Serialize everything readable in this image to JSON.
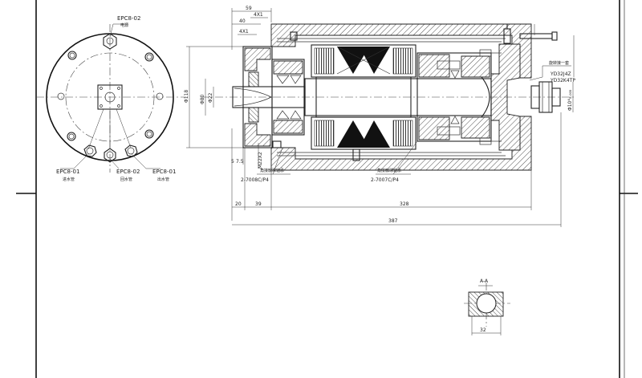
{
  "front_view": {
    "top_label": "EPC8-02",
    "top_label_sub": "电源",
    "bottom_left_label": "EPC8-01",
    "bottom_left_sub": "进水管",
    "bottom_mid_label": "EPC8-02",
    "bottom_mid_sub": "回水管",
    "bottom_right_label": "EPC8-01",
    "bottom_right_sub": "出水管"
  },
  "section_view": {
    "dim_59": "59",
    "dim_4x1_top": "4X1",
    "dim_40": "40",
    "dim_4x1_mid": "4X1",
    "dim_d118": "Φ118",
    "dim_d80": "Φ80",
    "dim_d22": "Φ22",
    "dim_5": "5",
    "dim_75": "7.5",
    "dim_m22x2": "M22X2",
    "bearing_front_label": "角接触球轴承",
    "bearing_front_code": "2-7008C/P4",
    "bearing_rear_label": "角接触球轴承",
    "bearing_rear_code": "2-7007C/P4",
    "right_label_1": "旋转接一套",
    "right_label_2": "YD32J4Z",
    "right_label_3": "YD32K4TP",
    "dim_right_dia": "Φ10⁴₀.₀₀₅",
    "dim_20": "20",
    "dim_39": "39",
    "dim_328": "328",
    "dim_387": "387"
  },
  "section_aa": {
    "title": "A-A",
    "dim": "32"
  }
}
